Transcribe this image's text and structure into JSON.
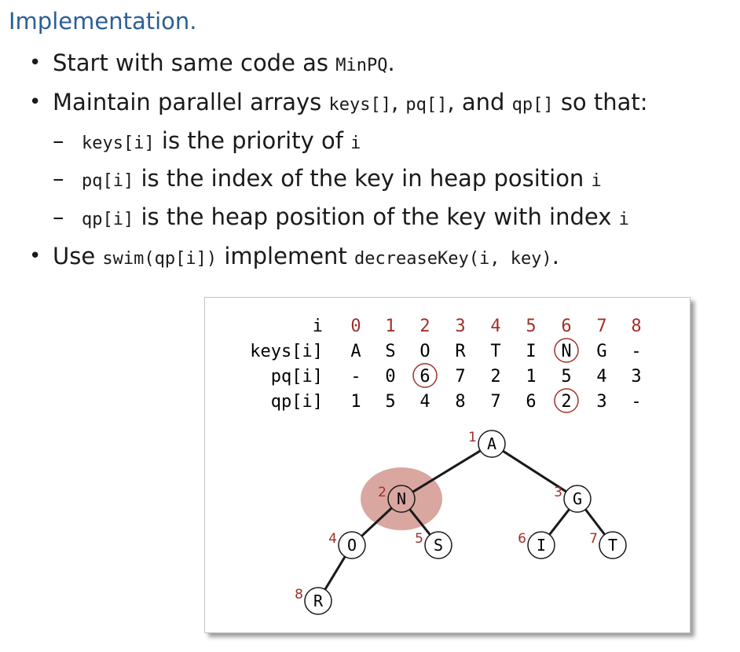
{
  "title": "Implementation.",
  "bullets": [
    {
      "parts": [
        "Start with same code as ",
        "MinPQ",
        "."
      ]
    },
    {
      "parts": [
        "Maintain parallel arrays ",
        "keys[]",
        ", ",
        "pq[]",
        ", and ",
        "qp[]",
        " so that:"
      ]
    },
    {
      "sub": true,
      "parts": [
        "keys[i]",
        " is the priority of ",
        "i"
      ]
    },
    {
      "sub": true,
      "parts": [
        "pq[i]",
        " is the index of the key in heap position ",
        "i"
      ]
    },
    {
      "sub": true,
      "parts": [
        "qp[i]",
        " is the heap position of the key with index ",
        "i"
      ]
    },
    {
      "parts": [
        "Use ",
        "swim(qp[i])",
        " implement ",
        "decreaseKey(i, key)",
        "."
      ]
    }
  ],
  "table": {
    "header_label": "i",
    "indices": [
      "0",
      "1",
      "2",
      "3",
      "4",
      "5",
      "6",
      "7",
      "8"
    ],
    "rows": [
      {
        "label": "keys[i]",
        "values": [
          "A",
          "S",
          "O",
          "R",
          "T",
          "I",
          "N",
          "G",
          "-"
        ]
      },
      {
        "label": "pq[i]",
        "values": [
          "-",
          "0",
          "6",
          "7",
          "2",
          "1",
          "5",
          "4",
          "3"
        ]
      },
      {
        "label": "qp[i]",
        "values": [
          "1",
          "5",
          "4",
          "8",
          "7",
          "6",
          "2",
          "3",
          "-"
        ]
      }
    ],
    "circled": [
      {
        "row": 0,
        "col": 6
      },
      {
        "row": 1,
        "col": 2
      },
      {
        "row": 2,
        "col": 6
      }
    ]
  },
  "tree": {
    "nodes": [
      {
        "pos": "1",
        "key": "A"
      },
      {
        "pos": "2",
        "key": "N",
        "highlight": true
      },
      {
        "pos": "3",
        "key": "G"
      },
      {
        "pos": "4",
        "key": "O"
      },
      {
        "pos": "5",
        "key": "S"
      },
      {
        "pos": "6",
        "key": "I"
      },
      {
        "pos": "7",
        "key": "T"
      },
      {
        "pos": "8",
        "key": "R"
      }
    ],
    "colors": {
      "index": "#a0302a",
      "highlight": "#d9a7a0",
      "line": "#1a1a1a"
    }
  }
}
